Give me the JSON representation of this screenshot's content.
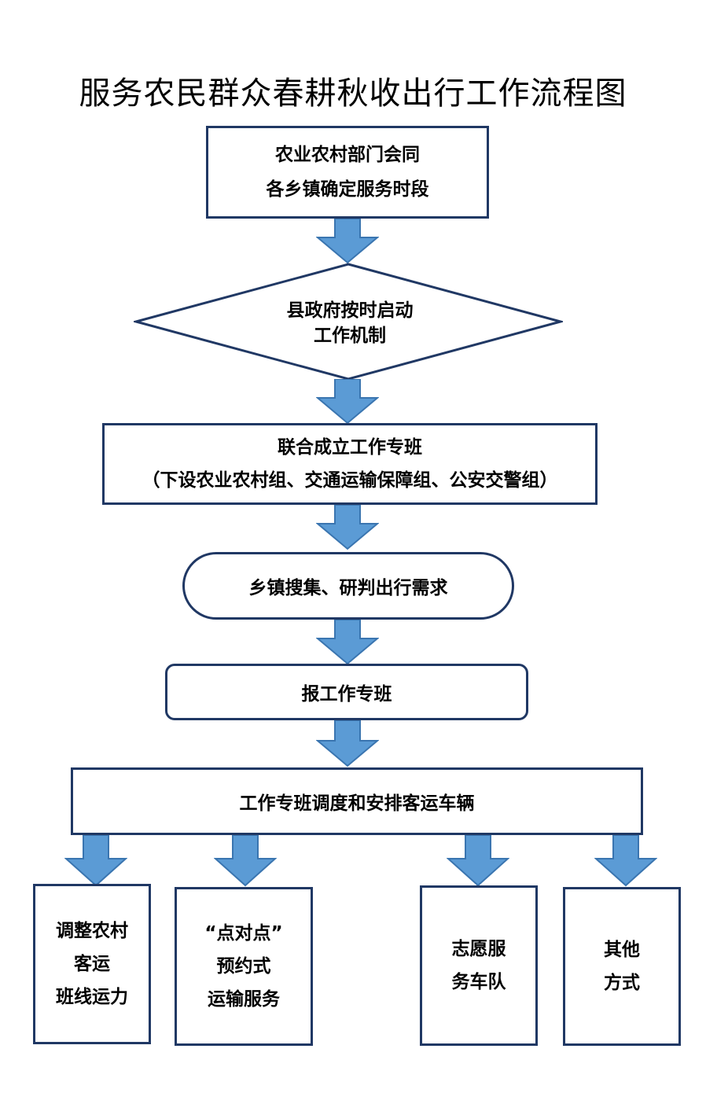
{
  "title": "服务农民群众春耕秋收出行工作流程图",
  "colors": {
    "border": "#203864",
    "arrow_fill": "#5b9bd5",
    "arrow_stroke": "#3a75b0"
  },
  "flow": {
    "step1": {
      "line1": "农业农村部门会同",
      "line2": "各乡镇确定服务时段"
    },
    "step2": {
      "line1": "县政府按时启动",
      "line2": "工作机制"
    },
    "step3": {
      "line1": "联合成立工作专班",
      "line2": "（下设农业农村组、交通运输保障组、公安交警组）"
    },
    "step4": {
      "text": "乡镇搜集、研判出行需求"
    },
    "step5": {
      "text": "报工作专班"
    },
    "step6": {
      "text": "工作专班调度和安排客运车辆"
    },
    "outputs": [
      {
        "lines": [
          "调整农村",
          "客运",
          "班线运力"
        ]
      },
      {
        "lines": [
          "“点对点”",
          "预约式",
          "运输服务"
        ]
      },
      {
        "lines": [
          "志愿服",
          "务车队"
        ]
      },
      {
        "lines": [
          "其他",
          "方式"
        ]
      }
    ]
  }
}
